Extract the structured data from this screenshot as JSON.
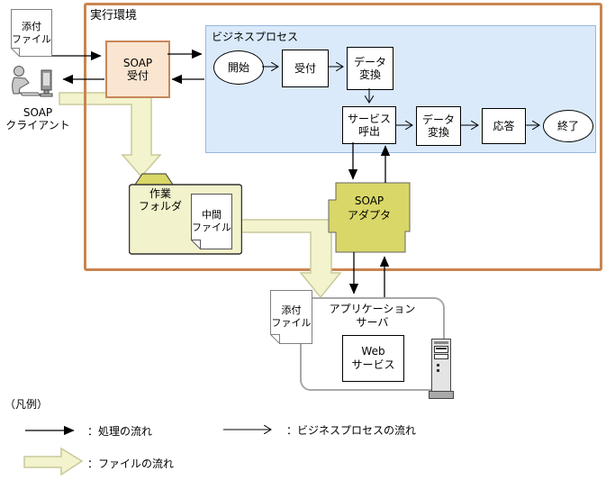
{
  "colors": {
    "env_border": "#C9854F",
    "bp_fill": "#DAEAFB",
    "bp_border": "#95B9DC",
    "reception_fill": "#FAE5D0",
    "reception_border": "#C8875A",
    "adapter_fill": "#D9D767",
    "folder_fill": "#F2F2CC",
    "folder_tab_fill": "#D9D767",
    "file_arrow_fill": "#F3F3CD",
    "file_arrow_border": "#C9C99A"
  },
  "env": {
    "label": "実行環境"
  },
  "bp": {
    "label": "ビジネスプロセス",
    "start": "開始",
    "accept": "受付",
    "conv1": {
      "l1": "データ",
      "l2": "変換"
    },
    "service_call": {
      "l1": "サービス",
      "l2": "呼出"
    },
    "conv2": {
      "l1": "データ",
      "l2": "変換"
    },
    "response": "応答",
    "end": "終了"
  },
  "nodes": {
    "attach_top": {
      "l1": "添付",
      "l2": "ファイル"
    },
    "client": {
      "l1": "SOAP",
      "l2": "クライアント"
    },
    "reception": {
      "l1": "SOAP",
      "l2": "受付"
    },
    "folder": {
      "l1": "作業",
      "l2": "フォルダ"
    },
    "intermediate": {
      "l1": "中間",
      "l2": "ファイル"
    },
    "adapter": {
      "l1": "SOAP",
      "l2": "アダプタ"
    },
    "app_server": {
      "l1": "アプリケーション",
      "l2": "サーバ"
    },
    "web_service": {
      "l1": "Web",
      "l2": "サービス"
    },
    "attach_bottom": {
      "l1": "添付",
      "l2": "ファイル"
    }
  },
  "legend": {
    "title": "（凡例）",
    "process_flow": "：処理の流れ",
    "bp_flow": "：ビジネスプロセスの流れ",
    "file_flow": "：ファイルの流れ"
  }
}
